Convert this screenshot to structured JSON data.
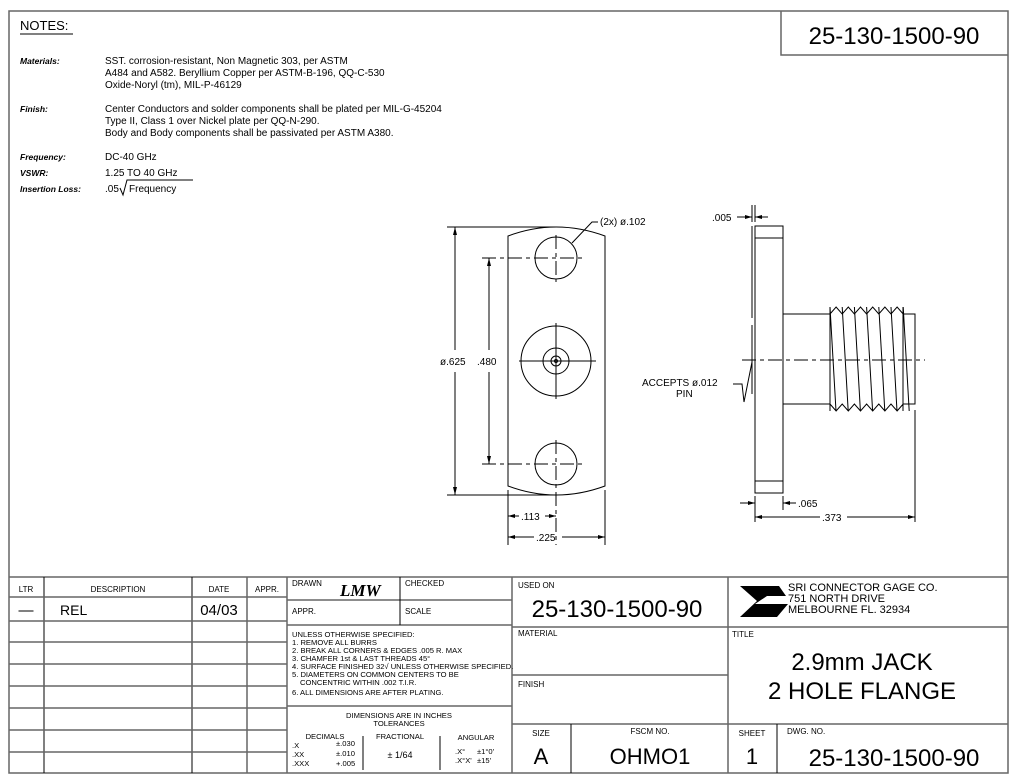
{
  "header": {
    "part_number": "25-130-1500-90",
    "notes_title": "NOTES:"
  },
  "notes": [
    {
      "label": "Materials:",
      "lines": [
        "SST. corrosion-resistant, Non Magnetic 303, per ASTM",
        "A484 and A582. Beryllium Copper per ASTM-B-196, QQ-C-530",
        "Oxide-Noryl (tm), MIL-P-46129"
      ]
    },
    {
      "label": "Finish:",
      "lines": [
        "Center Conductors and solder components shall be plated per MIL-G-45204",
        "Type II, Class 1 over Nickel plate per QQ-N-290.",
        "Body and Body components shall be passivated per ASTM A380."
      ]
    },
    {
      "label": "Frequency:",
      "lines": [
        "DC-40 GHz"
      ]
    },
    {
      "label": "VSWR:",
      "lines": [
        "1.25 TO 40 GHz"
      ]
    },
    {
      "label": "Insertion Loss:",
      "lines": [
        ".05",
        "Frequency"
      ]
    }
  ],
  "drawing": {
    "hole_callout": "(2x) ø.102",
    "dia_625": "ø.625",
    "dim_480": ".480",
    "dim_113": ".113",
    "dim_225": ".225",
    "dim_005": ".005",
    "dim_065": ".065",
    "dim_373": ".373",
    "pin_note_1": "ACCEPTS ø.012",
    "pin_note_2": "PIN"
  },
  "revisions": {
    "headers": [
      "LTR",
      "DESCRIPTION",
      "DATE",
      "APPR."
    ],
    "rows": [
      [
        "—",
        "REL",
        "04/03",
        ""
      ]
    ]
  },
  "approvals": {
    "drawn_label": "DRAWN",
    "drawn_by": "LMW",
    "checked_label": "CHECKED",
    "appr_label": "APPR.",
    "scale_label": "SCALE"
  },
  "general_notes": [
    "UNLESS OTHERWISE SPECIFIED:",
    "1. REMOVE ALL BURRS",
    "2. BREAK ALL CORNERS & EDGES .005 R. MAX",
    "3. CHAMFER 1st & LAST THREADS 45°",
    "4. SURFACE FINISHED 32√ UNLESS OTHERWISE SPECIFIED.",
    "5. DIAMETERS ON COMMON CENTERS TO BE",
    "   CONCENTRIC WITHIN .002  T.I.R.",
    "6. ALL DIMENSIONS ARE AFTER PLATING."
  ],
  "tolerances": {
    "title1": "DIMENSIONS ARE IN INCHES",
    "title2": "TOLERANCES",
    "decimals_label": "DECIMALS",
    "fractional_label": "FRACTIONAL",
    "angular_label": "ANGULAR",
    "decimals": [
      [
        ".X",
        "±.030"
      ],
      [
        ".XX",
        "±.010"
      ],
      [
        ".XXX",
        "+.005"
      ]
    ],
    "fractional": "± 1/64",
    "angular": [
      [
        ".X°",
        "±1°0'"
      ],
      [
        ".X°X'",
        "±15'"
      ]
    ]
  },
  "title_block": {
    "used_on_label": "USED ON",
    "used_on": "25-130-1500-90",
    "company": [
      "SRI CONNECTOR GAGE CO.",
      "751 NORTH DRIVE",
      "MELBOURNE FL. 32934"
    ],
    "material_label": "MATERIAL",
    "finish_label": "FINISH",
    "title_label": "TITLE",
    "title": [
      "2.9mm JACK",
      "2 HOLE FLANGE"
    ],
    "size_label": "SIZE",
    "size": "A",
    "fscm_label": "FSCM NO.",
    "fscm": "OHMO1",
    "sheet_label": "SHEET",
    "sheet": "1",
    "dwg_label": "DWG. NO.",
    "dwg_no": "25-130-1500-90"
  }
}
